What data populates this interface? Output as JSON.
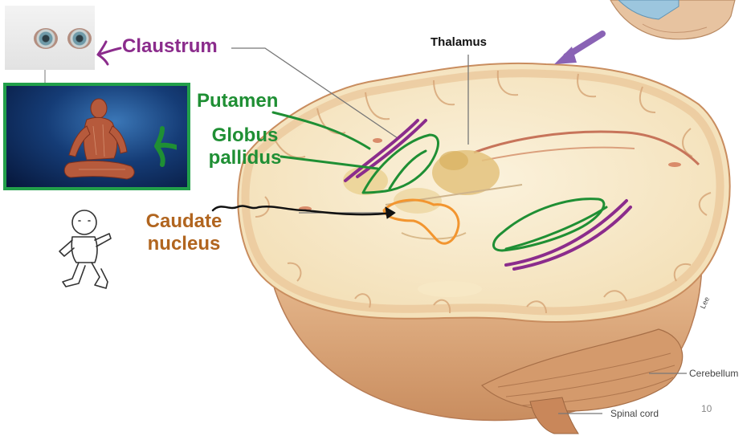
{
  "labels": {
    "claustrum": "Claustrum",
    "putamen": "Putamen",
    "globus_pallidus": [
      "Globus",
      "pallidus"
    ],
    "caudate_nucleus": [
      "Caudate",
      "nucleus"
    ],
    "thalamus": "Thalamus",
    "cerebellum": "Cerebellum",
    "spinal_cord": "Spinal cord",
    "signature": "Lee"
  },
  "page_number": "10",
  "colors": {
    "claustrum": "#8b2c8c",
    "putamen_globus": "#1f8f34",
    "caudate": "#b1651f",
    "caudate_outline": "#f2952f",
    "frame": "#22a04a",
    "orientation_arrow": "#8a63b5"
  },
  "icons": [
    "eyes-photo",
    "body-sculpture-photo",
    "walking-figure-sketch",
    "brain-orientation-thumbnail"
  ]
}
